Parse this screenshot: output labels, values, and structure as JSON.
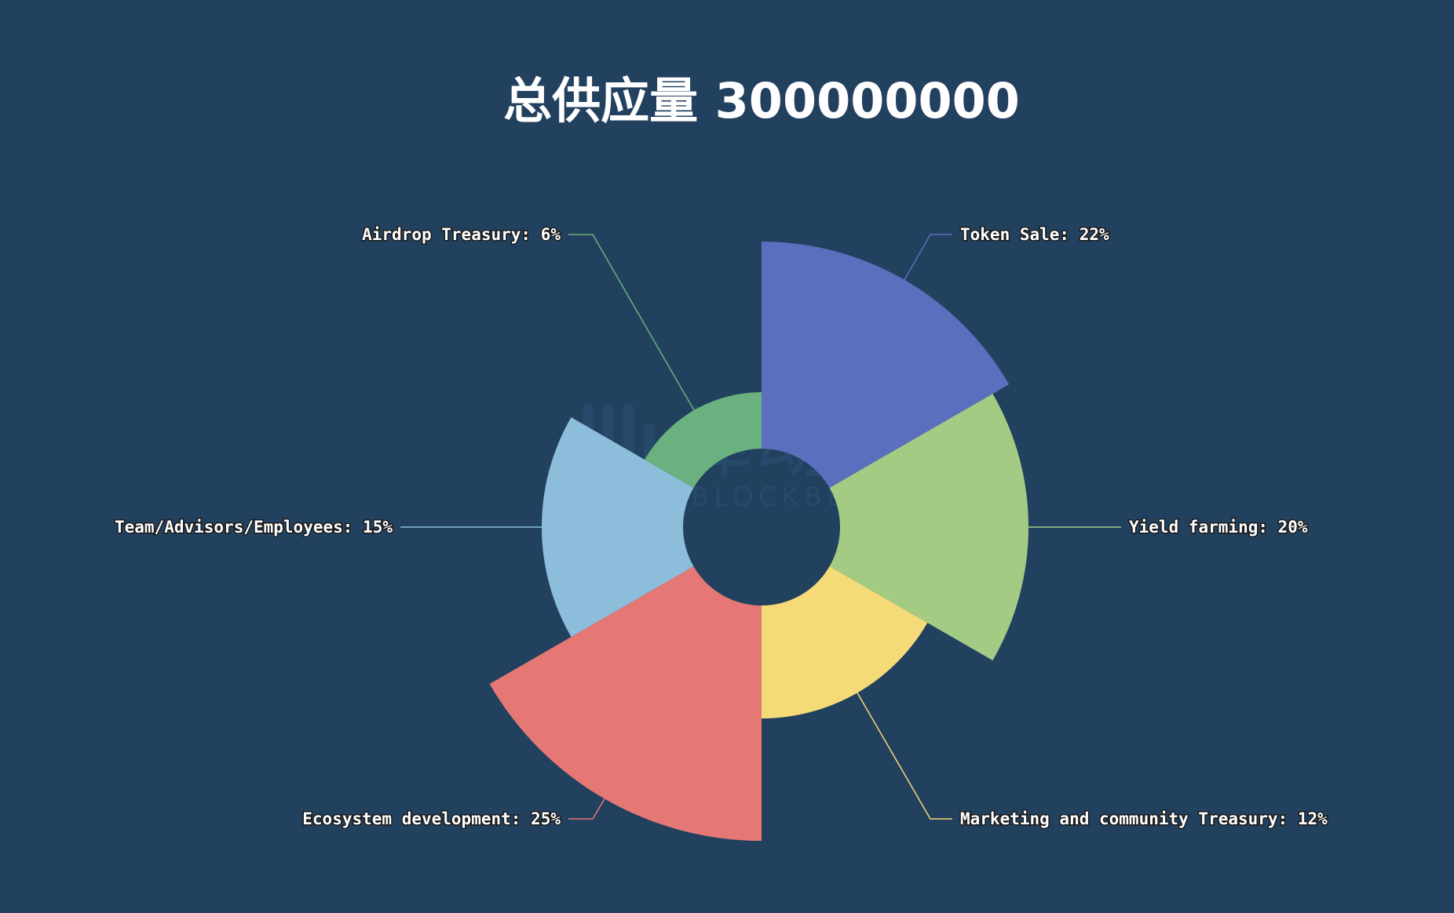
{
  "chart_data": {
    "type": "pie",
    "rose_type": "radius",
    "title": "总供应量 300000000",
    "background": "#22415f",
    "watermark": "律动 BLOCKBEATS",
    "slices": [
      {
        "name": "Token Sale",
        "value": 22,
        "label": "Token Sale: 22%",
        "color": "#5c6fbe"
      },
      {
        "name": "Yield farming",
        "value": 20,
        "label": "Yield farming: 20%",
        "color": "#a3cb84"
      },
      {
        "name": "Marketing and community Treasury",
        "value": 12,
        "label": "Marketing and community Treasury: 12%",
        "color": "#f5da78"
      },
      {
        "name": "Ecosystem development",
        "value": 25,
        "label": "Ecosystem development: 25%",
        "color": "#e57875"
      },
      {
        "name": "Team/Advisors/Employees",
        "value": 15,
        "label": "Team/Advisors/Employees: 15%",
        "color": "#8cbedb"
      },
      {
        "name": "Airdrop Treasury",
        "value": 6,
        "label": "Airdrop Treasury: 6%",
        "color": "#6ab17f"
      }
    ]
  }
}
